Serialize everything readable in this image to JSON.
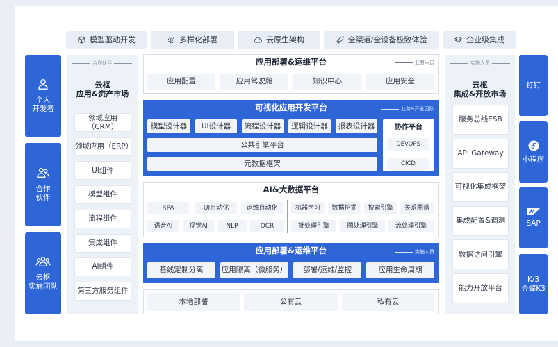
{
  "top_bar": [
    {
      "label": "模型驱动开发",
      "icon": "cube-icon"
    },
    {
      "label": "多样化部署",
      "icon": "gear-icon"
    },
    {
      "label": "云原生架构",
      "icon": "cloud-icon"
    },
    {
      "label": "全渠道/全设备极致体验",
      "icon": "rocket-icon"
    },
    {
      "label": "企业级集成",
      "icon": "layers-icon"
    }
  ],
  "left_roles": [
    {
      "label": "个人\n开发者",
      "icon": "person-icon"
    },
    {
      "label": "合作\n伙伴",
      "icon": "partner-icon"
    },
    {
      "label": "云枢\n实施团队",
      "icon": "team-icon"
    }
  ],
  "market": {
    "tag": "合作伙伴",
    "title": "云枢\n应用&资产市场",
    "items": [
      "领域应用（CRM）",
      "领域应用（ERP）",
      "UI组件",
      "模型组件",
      "流程组件",
      "集成组件",
      "AI组件",
      "第三方服务组件"
    ]
  },
  "deploy_top": {
    "title": "应用部署&运维平台",
    "tag": "业务人员",
    "items": [
      "应用配置",
      "应用驾驶舱",
      "知识中心",
      "应用安全"
    ]
  },
  "visual_dev": {
    "title": "可视化应用开发平台",
    "tag": "业务&开发团队",
    "designers": [
      "模型设计器",
      "UI设计器",
      "流程设计器",
      "逻辑设计器",
      "报表设计器"
    ],
    "engine": "公共引擎平台",
    "metadata": "元数据框架",
    "collab": {
      "title": "协作平台",
      "items": [
        "DEVOPS",
        "CICD"
      ]
    }
  },
  "ai": {
    "title": "AI&大数据平台",
    "row1_left": [
      "RPA",
      "UI自动化",
      "运维自动化"
    ],
    "row2_left": [
      "语音AI",
      "视觉AI",
      "NLP",
      "OCR"
    ],
    "row1_right": [
      "机器学习",
      "数据挖掘",
      "搜索引擎",
      "关系图谱"
    ],
    "row2_right": [
      "批处理引擎",
      "图处理引擎",
      "流处理引擎"
    ]
  },
  "deploy_bottom": {
    "title": "应用部署&运维平台",
    "tag": "实施人员",
    "items": [
      "基线定制分离",
      "应用隔离（微服务）",
      "部署/运维/监控",
      "应用生命周期"
    ]
  },
  "infra": [
    "本地部署",
    "公有云",
    "私有云"
  ],
  "integration": {
    "tag": "实施人员",
    "title": "云枢\n集成&开放市场",
    "items": [
      "服务总线ESB",
      "API Gateway",
      "可视化集成框架",
      "集成配置&调测",
      "数据访问引擎",
      "能力开放平台"
    ]
  },
  "right_channels": [
    {
      "label": "钉钉",
      "icon": ""
    },
    {
      "label": "小程序",
      "icon": "miniprogram-icon"
    },
    {
      "label": "SAP",
      "icon": "sap-logo-icon"
    },
    {
      "label": "K/3\n金蝶K3",
      "icon": ""
    }
  ],
  "colors": {
    "primary": "#2e66d8",
    "panel": "#edf1f8",
    "chip": "#e8edf6"
  }
}
